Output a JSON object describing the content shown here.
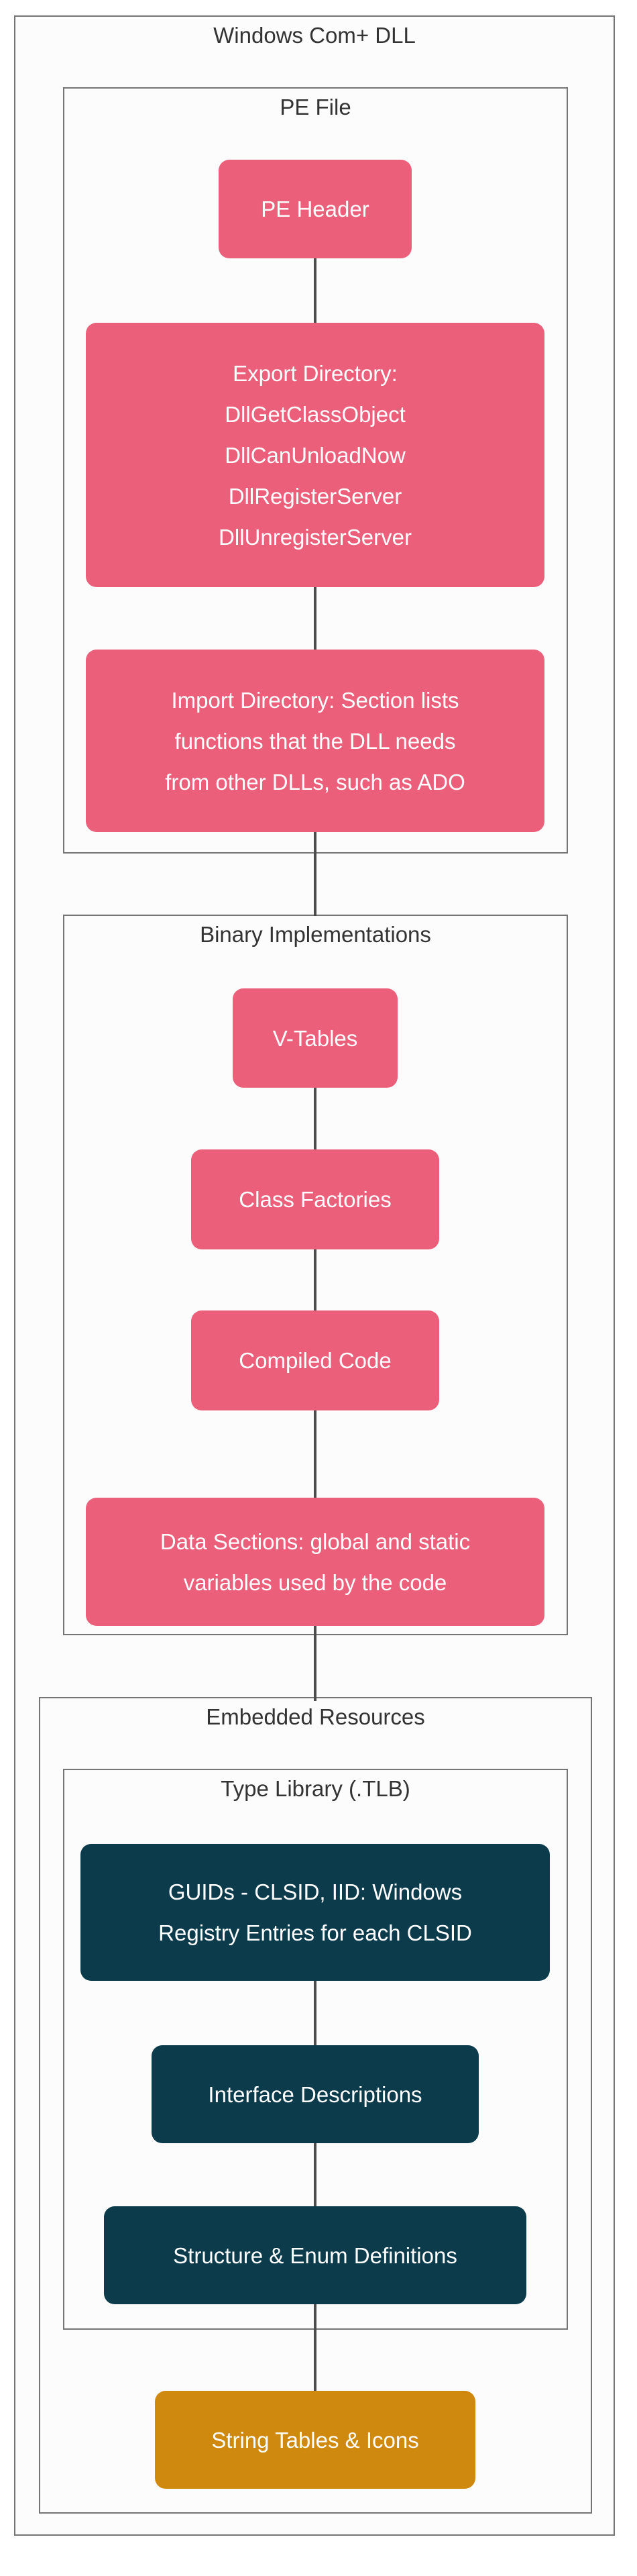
{
  "diagram": {
    "title": "Windows Com+ DLL",
    "sections": {
      "pe_file": {
        "label": "PE File"
      },
      "binary_implementations": {
        "label": "Binary Implementations"
      },
      "embedded_resources": {
        "label": "Embedded Resources"
      },
      "type_library": {
        "label": "Type Library (.TLB)"
      }
    },
    "nodes": {
      "pe_header": {
        "lines": [
          "PE Header"
        ],
        "color": "pink"
      },
      "export_directory": {
        "lines": [
          "Export Directory:",
          "DllGetClassObject",
          "DllCanUnloadNow",
          "DllRegisterServer",
          "DllUnregisterServer"
        ],
        "color": "pink"
      },
      "import_directory": {
        "lines": [
          "Import Directory: Section lists",
          "functions that the DLL needs",
          "from other DLLs, such as ADO"
        ],
        "color": "pink"
      },
      "v_tables": {
        "lines": [
          "V-Tables"
        ],
        "color": "pink"
      },
      "class_factories": {
        "lines": [
          "Class Factories"
        ],
        "color": "pink"
      },
      "compiled_code": {
        "lines": [
          "Compiled Code"
        ],
        "color": "pink"
      },
      "data_sections": {
        "lines": [
          "Data Sections: global and static",
          "variables used by the code"
        ],
        "color": "pink"
      },
      "guids": {
        "lines": [
          "GUIDs - CLSID, IID: Windows",
          "Registry Entries for each CLSID"
        ],
        "color": "teal"
      },
      "interface_descriptions": {
        "lines": [
          "Interface Descriptions"
        ],
        "color": "teal"
      },
      "structure_enum_definitions": {
        "lines": [
          "Structure & Enum Definitions"
        ],
        "color": "teal"
      },
      "string_tables_icons": {
        "lines": [
          "String Tables & Icons"
        ],
        "color": "gold"
      }
    },
    "edges": [
      {
        "from": "pe_header",
        "to": "export_directory"
      },
      {
        "from": "export_directory",
        "to": "import_directory"
      },
      {
        "from": "pe_file_section",
        "to": "binary_implementations_section"
      },
      {
        "from": "v_tables",
        "to": "class_factories"
      },
      {
        "from": "class_factories",
        "to": "compiled_code"
      },
      {
        "from": "compiled_code",
        "to": "data_sections"
      },
      {
        "from": "binary_implementations_section",
        "to": "embedded_resources_section"
      },
      {
        "from": "guids",
        "to": "interface_descriptions"
      },
      {
        "from": "interface_descriptions",
        "to": "structure_enum_definitions"
      },
      {
        "from": "structure_enum_definitions",
        "to": "string_tables_icons"
      }
    ],
    "colors": {
      "node_pink": "#ec5f7a",
      "node_teal": "#0c3b4c",
      "node_gold": "#d0890f",
      "node_text": "#ffffff",
      "label_text": "#333333",
      "border": "#757575",
      "edge": "#4d4d4d",
      "background": "#ffffff",
      "subgraph_fill": "#fcfcfc"
    }
  }
}
